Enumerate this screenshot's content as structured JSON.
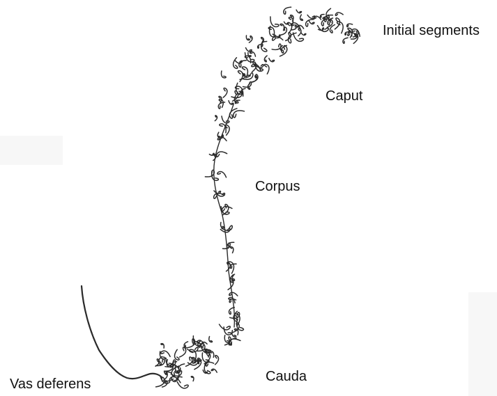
{
  "labels": {
    "initial_segments": "Initial segments",
    "caput": "Caput",
    "corpus": "Corpus",
    "cauda": "Cauda",
    "vas_deferens": "Vas deferens"
  },
  "colors": {
    "ink": "#2a2a2a",
    "text": "#111111",
    "background": "#ffffff"
  }
}
